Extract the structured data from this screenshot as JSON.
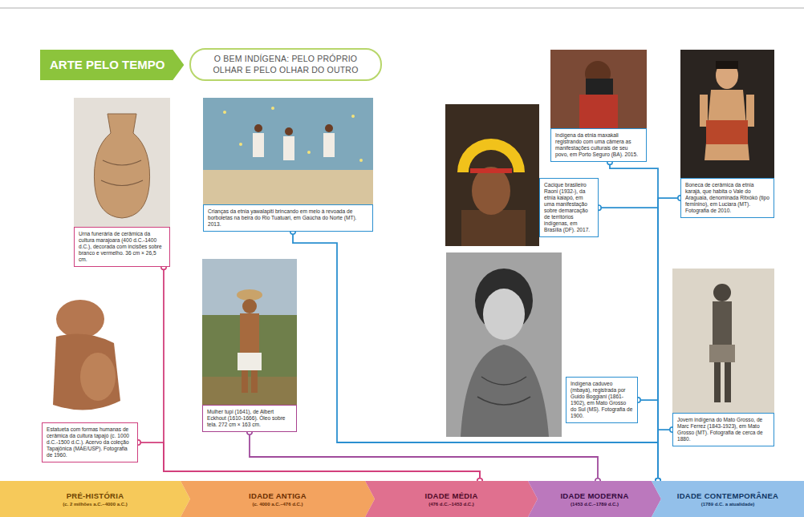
{
  "diagram": {
    "title": "ARTE PELO TEMPO",
    "nodes": [
      {
        "text": [
          "O BEM INDÍGENA: PELO PRÓPRIO OLHAR E PELO OLHAR DO OUTRO"
        ]
      },
      {
        "text": [
          "Urna funerária de cerâmica da cultura marajoara (400 d.C.-1400 d.C.), decorada com incisões sobre branco e vermelho. 36 cm × 26,5 cm."
        ]
      },
      {
        "text": [
          "Crianças da etnia yawalapiti brincando em meio à revoada de borboletas na beira do Rio Tuatuari, em Gaúcha do Norte (MT). 2013."
        ]
      },
      {
        "text": [
          "Estatueta com formas humanas de cerâmica da cultura tapajó (c. 1000 d.C.-1500 d.C.). Acervo da coleção Tapajônica (MAE/USP). Fotografia de 1960."
        ]
      },
      {
        "text": [
          "Mulher tupi (1641), de Albert Eckhout (1610-1666). Óleo sobre tela. 272 cm × 163 cm."
        ]
      },
      {
        "text": [
          "Cacique brasileiro Raoni (1932-), da etnia kaiapó, em uma manifestação sobre demarcação de territórios indígenas, em Brasília (DF). 2017."
        ]
      },
      {
        "text": [
          "Indígena da etnia maxakali registrando com uma câmera as manifestações culturais de seu povo, em Porto Seguro (BA). 2015."
        ]
      },
      {
        "text": [
          "Boneca de cerâmica da etnia karajá, que habita o Vale do Araguaia, denominada Ritxòkò (tipo feminino), em Luciara (MT). Fotografia de 2010."
        ]
      },
      {
        "text": [
          "Indígena caduveo (mbayá), registrada por Guido Boggiani (1861-1902), em Mato Grosso do Sul (MS). Fotografia de 1900."
        ]
      },
      {
        "text": [
          "Jovem indígena do Mato Grosso, de Marc Ferrez (1843-1923), em Mato Grosso (MT). Fotografia de cerca de 1880."
        ]
      },
      {
        "text": [
          "PRÉ-HISTÓRIA",
          "(c. 2 milhões a.C.–4000 a.C.)"
        ]
      },
      {
        "text": [
          "IDADE ANTIGA",
          "(c. 4000 a.C.–476 d.C.)"
        ]
      },
      {
        "text": [
          "IDADE MÉDIA",
          "(476 d.C.–1453 d.C.)"
        ]
      },
      {
        "text": [
          "IDADE MODERNA",
          "(1453 d.C.–1789 d.C.)"
        ]
      },
      {
        "text": [
          "IDADE CONTEMPORÂNEA",
          "(1789 d.C. a atualidade)"
        ]
      }
    ],
    "edges": [
      {
        "from": 1,
        "to": 12,
        "arrow": "none"
      },
      {
        "from": 2,
        "to": 14,
        "arrow": "none"
      },
      {
        "from": 3,
        "to": 12,
        "arrow": "none"
      },
      {
        "from": 4,
        "to": 13,
        "arrow": "none"
      },
      {
        "from": 5,
        "to": 14,
        "arrow": "none"
      },
      {
        "from": 6,
        "to": 14,
        "arrow": "none"
      },
      {
        "from": 7,
        "to": 14,
        "arrow": "none"
      },
      {
        "from": 8,
        "to": 14,
        "arrow": "none"
      },
      {
        "from": 9,
        "to": 14,
        "arrow": "none"
      }
    ]
  }
}
